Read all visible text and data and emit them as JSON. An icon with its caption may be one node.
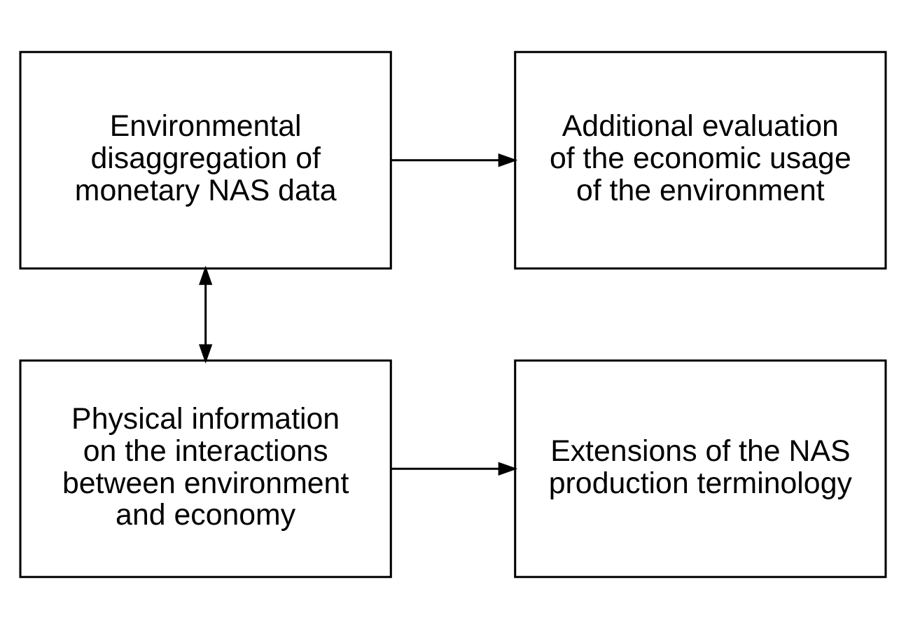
{
  "diagram": {
    "nodes": [
      {
        "text": [
          "Environmental disaggregation of monetary NAS data"
        ]
      },
      {
        "text": [
          "Additional evaluation of the economic usage of the environment"
        ]
      },
      {
        "text": [
          "Physical information on the interactions between environment and economy"
        ]
      },
      {
        "text": [
          "Extensions of the NAS production terminology"
        ]
      }
    ],
    "edges": [
      {
        "from": 0,
        "to": 1,
        "arrow": "to"
      },
      {
        "from": 0,
        "to": 2,
        "arrow": "both"
      },
      {
        "from": 2,
        "to": 3,
        "arrow": "to"
      }
    ]
  }
}
